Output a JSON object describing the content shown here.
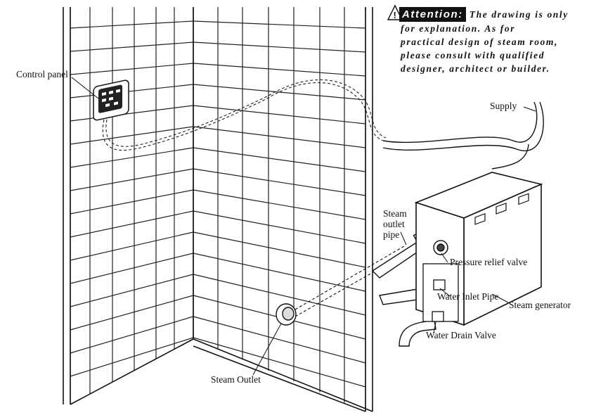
{
  "attention": {
    "badge": "Attention:",
    "lines": [
      "The drawing is only",
      "for explanation. As for",
      "practical design of steam room,",
      "please consult with qualified",
      "designer, architect or builder."
    ]
  },
  "labels": {
    "control_panel": "Control panel",
    "supply": "Supply",
    "steam_outlet_pipe_1": "Steam",
    "steam_outlet_pipe_2": "outlet",
    "steam_outlet_pipe_3": "pipe",
    "pressure_relief_valve": "Pressure relief valve",
    "water_inlet_pipe": "Water Inlet Pipe",
    "steam_generator": "Steam generator",
    "water_drain_valve": "Water Drain Valve",
    "steam_outlet": "Steam Outlet"
  }
}
